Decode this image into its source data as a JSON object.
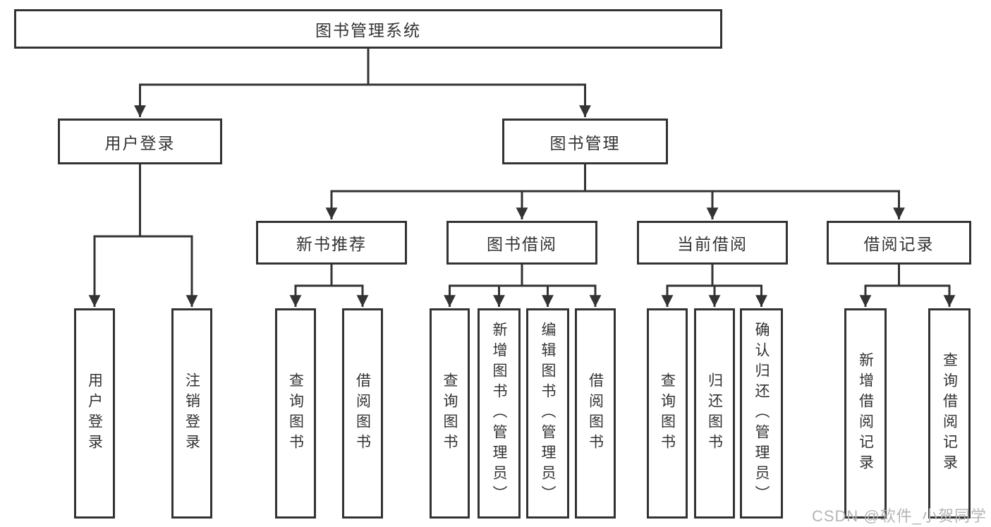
{
  "palette": {
    "background": "#ffffff",
    "box_border": "#333333",
    "box_fill": "#ffffff",
    "text": "#333333",
    "connector_line": "#333333",
    "watermark_text_color": "#b5b5b5"
  },
  "tree": {
    "label": "图书管理系统",
    "children": [
      {
        "label": "用户登录",
        "children": [
          {
            "label": "用户登录"
          },
          {
            "label": "注销登录"
          }
        ]
      },
      {
        "label": "图书管理",
        "children": [
          {
            "label": "新书推荐",
            "children": [
              {
                "label": "查询图书"
              },
              {
                "label": "借阅图书"
              }
            ]
          },
          {
            "label": "图书借阅",
            "children": [
              {
                "label": "查询图书"
              },
              {
                "label": "新增图书（管理员）"
              },
              {
                "label": "编辑图书（管理员）"
              },
              {
                "label": "借阅图书"
              }
            ]
          },
          {
            "label": "当前借阅",
            "children": [
              {
                "label": "查询图书"
              },
              {
                "label": "归还图书"
              },
              {
                "label": "确认归还（管理员）"
              }
            ]
          },
          {
            "label": "借阅记录",
            "children": [
              {
                "label": "新增借阅记录"
              },
              {
                "label": "查询借阅记录"
              }
            ]
          }
        ]
      }
    ]
  },
  "watermark": {
    "text": "CSDN @软件_小贺同学"
  }
}
